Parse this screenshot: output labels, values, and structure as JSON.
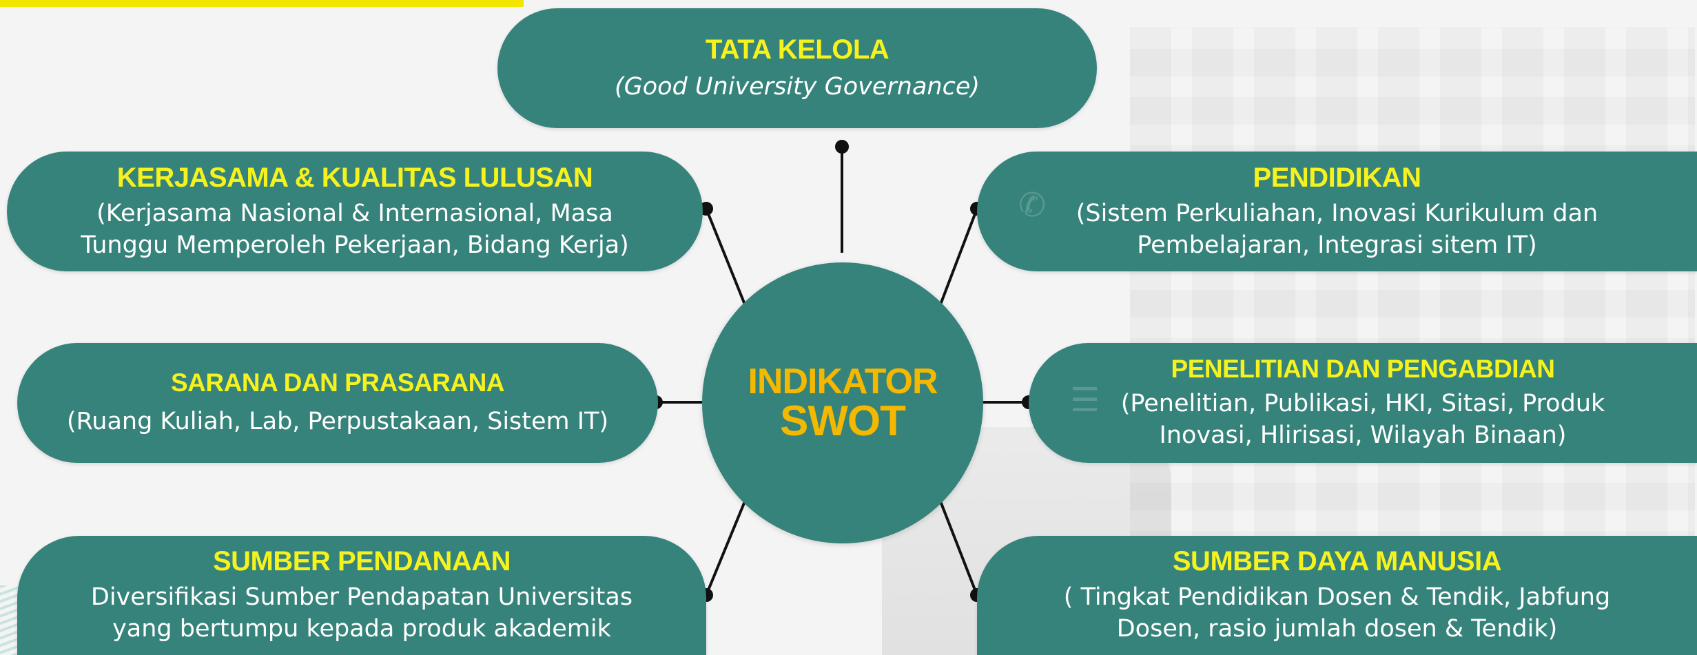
{
  "hub": {
    "line1": "INDIKATOR",
    "line2": "SWOT"
  },
  "nodes": {
    "tata_kelola": {
      "title": "TATA KELOLA",
      "desc": "(Good University Governance)"
    },
    "kerjasama": {
      "title": "KERJASAMA & KUALITAS LULUSAN",
      "desc1": "(Kerjasama Nasional & Internasional, Masa",
      "desc2": "Tunggu Memperoleh Pekerjaan, Bidang Kerja)"
    },
    "pendidikan": {
      "title": "PENDIDIKAN",
      "desc1": "(Sistem Perkuliahan, Inovasi Kurikulum dan",
      "desc2": "Pembelajaran, Integrasi sitem IT)"
    },
    "sarana": {
      "title": "SARANA DAN PRASARANA",
      "desc": "(Ruang Kuliah, Lab, Perpustakaan, Sistem IT)"
    },
    "penelitian": {
      "title": "PENELITIAN DAN PENGABDIAN",
      "desc1": "(Penelitian, Publikasi, HKI, Sitasi, Produk",
      "desc2": "Inovasi, Hlirisasi, Wilayah Binaan)"
    },
    "pendanaan": {
      "title": "SUMBER PENDANAAN",
      "desc1": "Diversifikasi Sumber Pendapatan Universitas",
      "desc2": "yang bertumpu kepada produk akademik"
    },
    "sdm": {
      "title": "SUMBER DAYA MANUSIA",
      "desc1": "( Tingkat Pendidikan Dosen & Tendik, Jabfung",
      "desc2": "Dosen, rasio jumlah dosen & Tendik)"
    }
  },
  "colors": {
    "node_fill": "#35837a",
    "title_yellow": "#f6f21e",
    "hub_text": "#f5b800",
    "line": "#111111"
  },
  "icons": [
    "phone-icon",
    "document-icon"
  ]
}
